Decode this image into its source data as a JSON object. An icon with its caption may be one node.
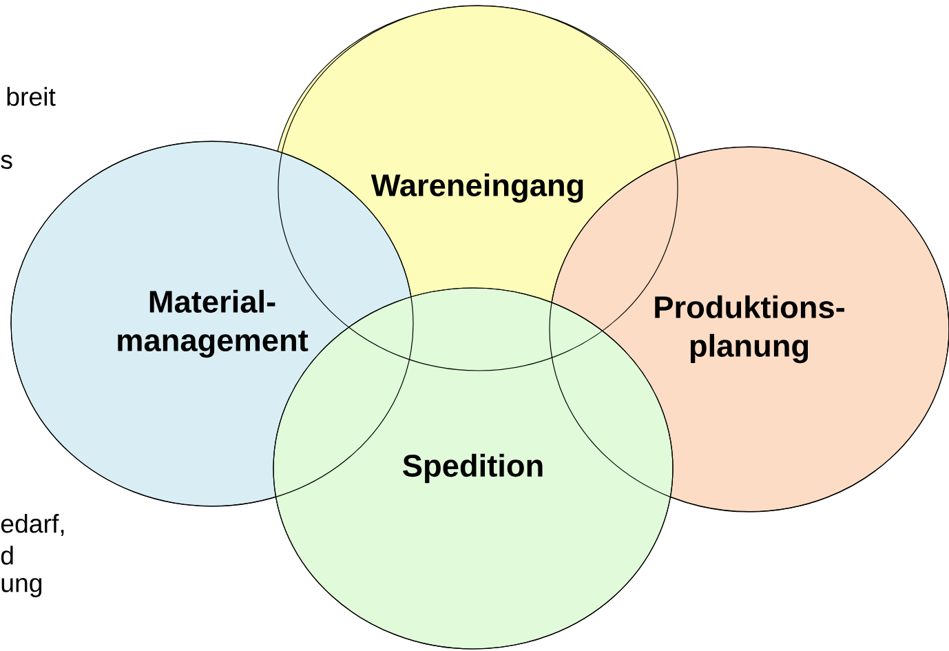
{
  "diagram": {
    "nodes": [
      {
        "text": [
          "Wareneingang"
        ]
      },
      {
        "text": [
          "Material- management"
        ]
      },
      {
        "text": [
          "Produktions- planung"
        ]
      },
      {
        "text": [
          "Spedition"
        ]
      }
    ],
    "labels": [
      "breit",
      "s",
      "edarf,",
      "d",
      "ung"
    ]
  }
}
